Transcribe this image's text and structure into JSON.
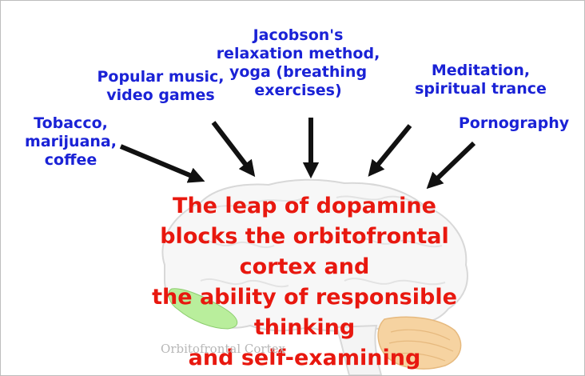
{
  "sources": [
    {
      "id": "tobacco",
      "label": "Tobacco,\nmarijuana,\ncoffee"
    },
    {
      "id": "music",
      "label": "Popular music,\nvideo games"
    },
    {
      "id": "relaxation",
      "label": "Jacobson's\nrelaxation method,\nyoga (breathing\nexercises)"
    },
    {
      "id": "meditation",
      "label": "Meditation,\nspiritual trance"
    },
    {
      "id": "pornography",
      "label": "Pornography"
    }
  ],
  "statement": {
    "line1": "The leap of dopamine",
    "line2": "blocks the orbitofrontal cortex and",
    "line3": "the ability of responsible thinking",
    "line4": "and self-examining"
  },
  "brain_label": "Orbitofrontal Cortex",
  "colors": {
    "source_text": "#1a22d6",
    "statement_text": "#e8180f",
    "arrow": "#111111",
    "orbitofrontal_region": "#b9ee9c",
    "cerebellum": "#f6d3a1",
    "brain_outline": "#d8d8d8"
  }
}
